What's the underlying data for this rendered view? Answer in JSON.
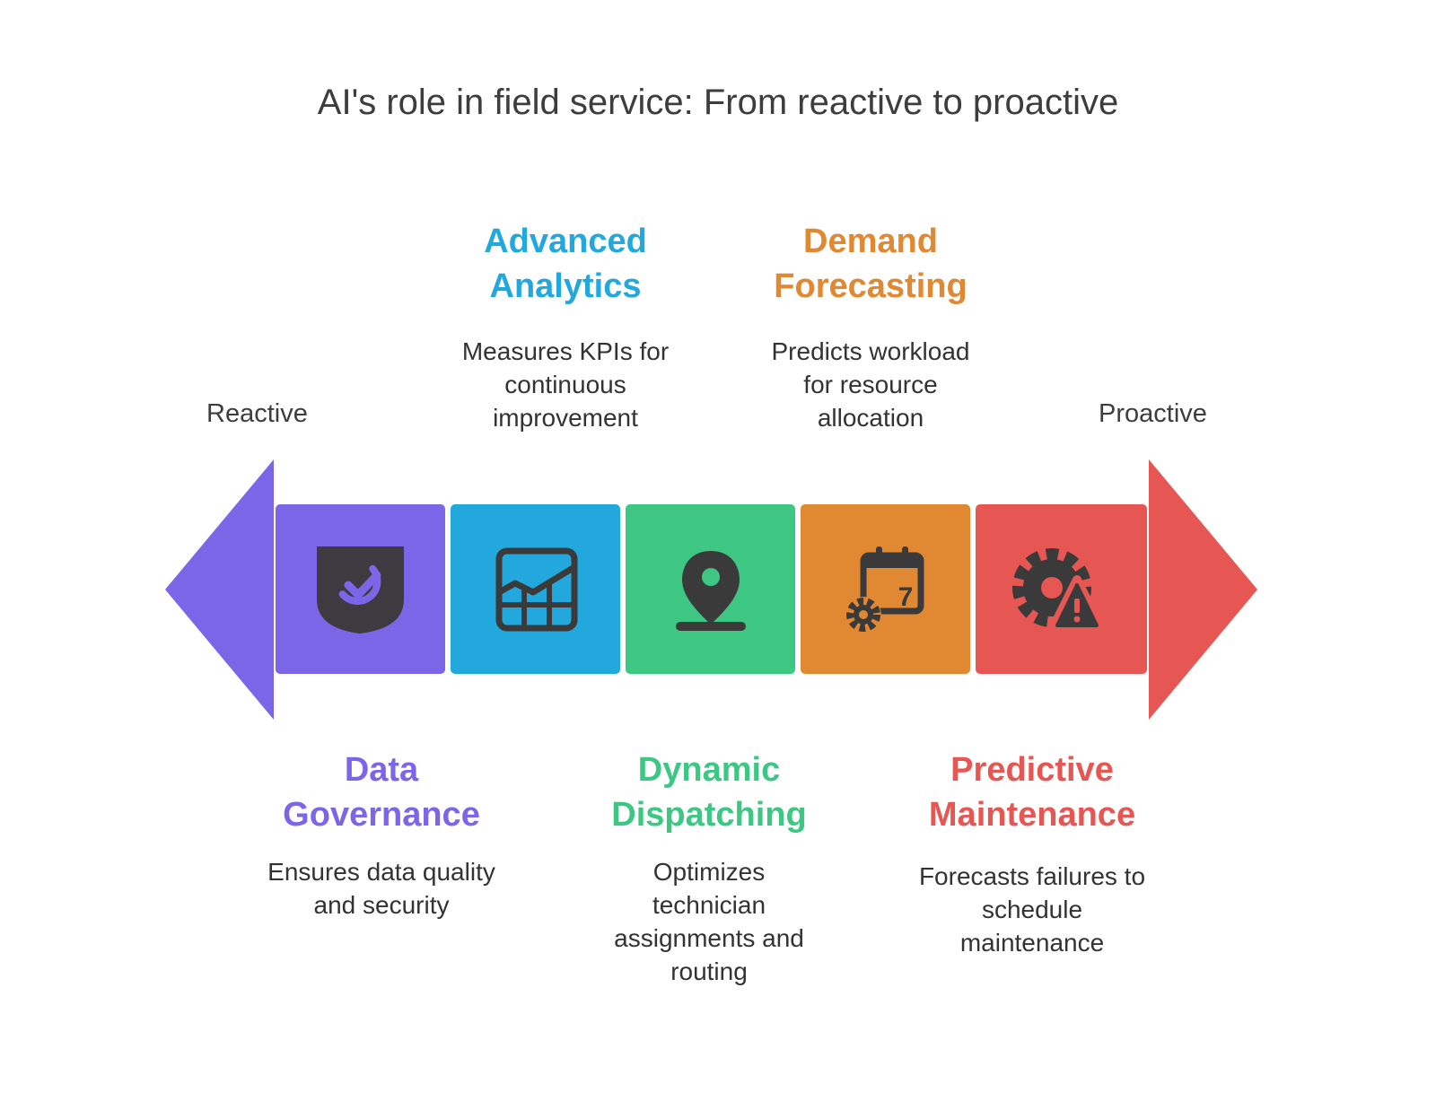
{
  "title": "AI's role in field service: From reactive to proactive",
  "ends": {
    "left": "Reactive",
    "right": "Proactive"
  },
  "stages": [
    {
      "heading": "Data\nGovernance",
      "description": "Ensures data quality\nand security",
      "color": "#7b66e8",
      "icon": "shield-check-icon"
    },
    {
      "heading": "Advanced\nAnalytics",
      "description": "Measures KPIs for\ncontinuous\nimprovement",
      "color": "#22a8dc",
      "icon": "chart-grid-icon"
    },
    {
      "heading": "Dynamic\nDispatching",
      "description": "Optimizes\ntechnician\nassignments and\nrouting",
      "color": "#3dc783",
      "icon": "map-pin-icon"
    },
    {
      "heading": "Demand\nForecasting",
      "description": "Predicts workload\nfor resource\nallocation",
      "color": "#e08832",
      "icon": "calendar-gear-icon"
    },
    {
      "heading": "Predictive\nMaintenance",
      "description": "Forecasts failures to\nschedule\nmaintenance",
      "color": "#e65653",
      "icon": "gear-warning-icon"
    }
  ]
}
